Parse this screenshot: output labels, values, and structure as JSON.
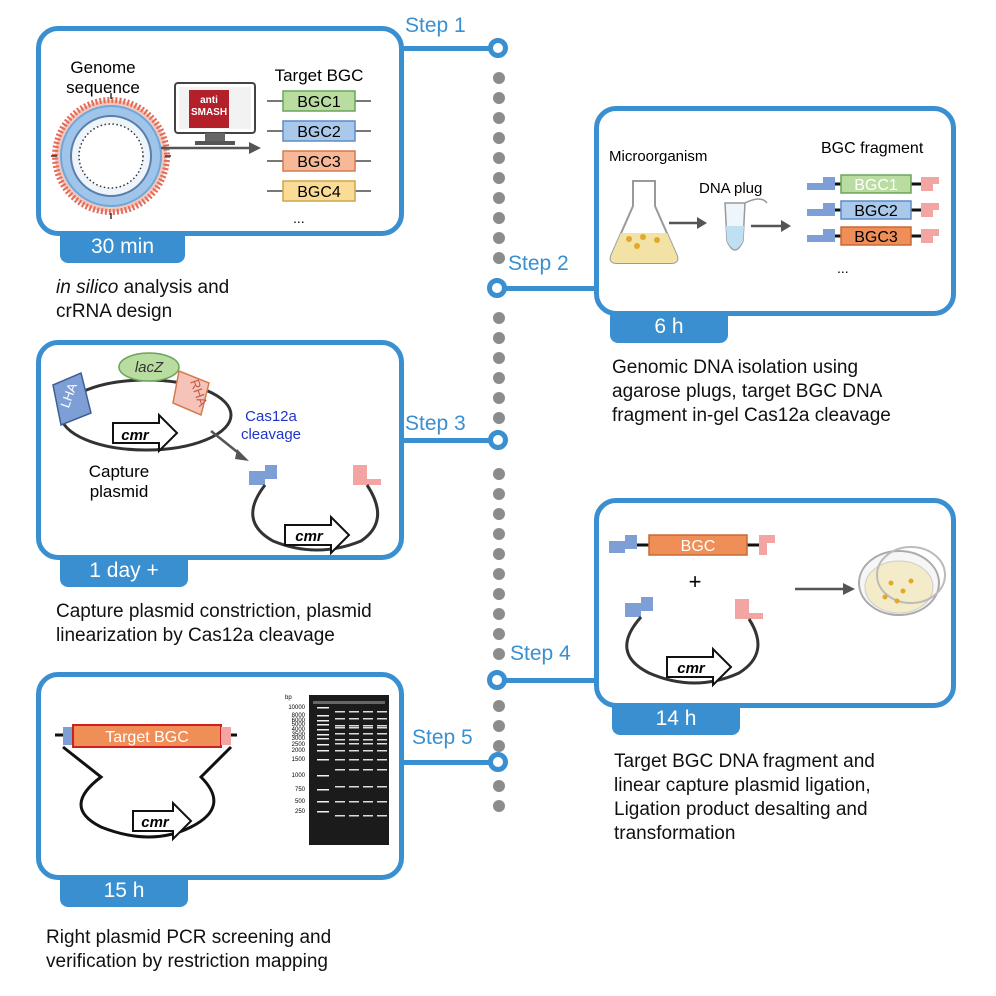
{
  "step1": {
    "step_label": "Step 1",
    "genome_label_line1": "Genome",
    "genome_label_line2": "sequence",
    "software_line1": "anti",
    "software_line2": "SMASH",
    "target_title": "Target BGC",
    "bgcs": [
      "BGC1",
      "BGC2",
      "BGC3",
      "BGC4"
    ],
    "ellipsis": "...",
    "time": "30 min",
    "caption_line1_italic": "in silico",
    "caption_line1_rest": " analysis and",
    "caption_line2": "crRNA design"
  },
  "step2": {
    "step_label": "Step 2",
    "microorganism": "Microorganism",
    "dna_plug": "DNA plug",
    "fragment_title": "BGC fragment",
    "bgcs": [
      "BGC1",
      "BGC2",
      "BGC3"
    ],
    "ellipsis": "...",
    "time": "6 h",
    "caption": [
      "Genomic DNA isolation using",
      "agarose plugs, target BGC DNA",
      "fragment in-gel Cas12a cleavage"
    ]
  },
  "step3": {
    "step_label": "Step 3",
    "lha": "LHA",
    "lacz": "lacZ",
    "rha": "RHA",
    "cmr": "cmr",
    "capture_line1": "Capture",
    "capture_line2": "plasmid",
    "cas_line1": "Cas12a",
    "cas_line2": "cleavage",
    "time": "1 day +",
    "caption": [
      "Capture plasmid constriction, plasmid",
      "linearization by Cas12a cleavage"
    ]
  },
  "step4": {
    "step_label": "Step 4",
    "bgc": "BGC",
    "plus": "+",
    "cmr": "cmr",
    "time": "14 h",
    "caption": [
      "Target BGC DNA fragment and",
      "linear capture plasmid ligation,",
      "Ligation product desalting and",
      "transformation"
    ]
  },
  "step5": {
    "step_label": "Step 5",
    "target_bgc": "Target BGC",
    "cmr": "cmr",
    "ladder_unit": "bp",
    "ladder_values": [
      "10000",
      "8000",
      "6000",
      "5000",
      "4000",
      "3500",
      "3000",
      "2500",
      "2000",
      "1500",
      "1000",
      "750",
      "500",
      "250"
    ],
    "time": "15 h",
    "caption": [
      "Right plasmid PCR screening and",
      "verification by restriction mapping"
    ]
  },
  "colors": {
    "accent": "#3a8fd0",
    "bgc1": "#b9dca0",
    "bgc2": "#a9c8ea",
    "bgc3": "#f6b896",
    "bgc4": "#fbdc96",
    "fragment_orange": "#ef8e56",
    "cas12a_text": "#1f35c8",
    "left_arm": "#7e9fd6",
    "right_arm": "#f2a5a2"
  }
}
